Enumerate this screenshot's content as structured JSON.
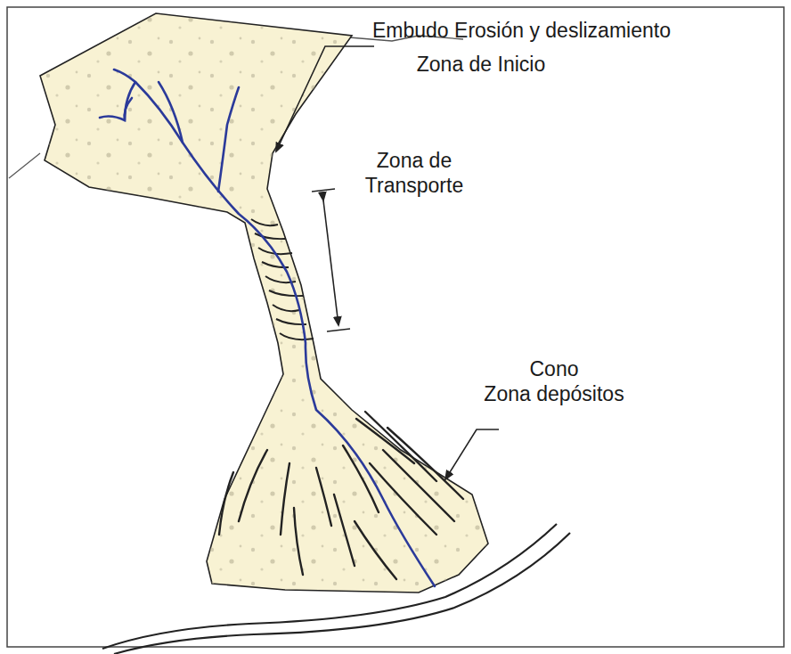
{
  "diagram": {
    "labels": [
      "Embudo Erosión y deslizamiento",
      "Zona de Inicio",
      "Zona de",
      "Transporte",
      "Cono",
      "Zona depósitos"
    ]
  }
}
